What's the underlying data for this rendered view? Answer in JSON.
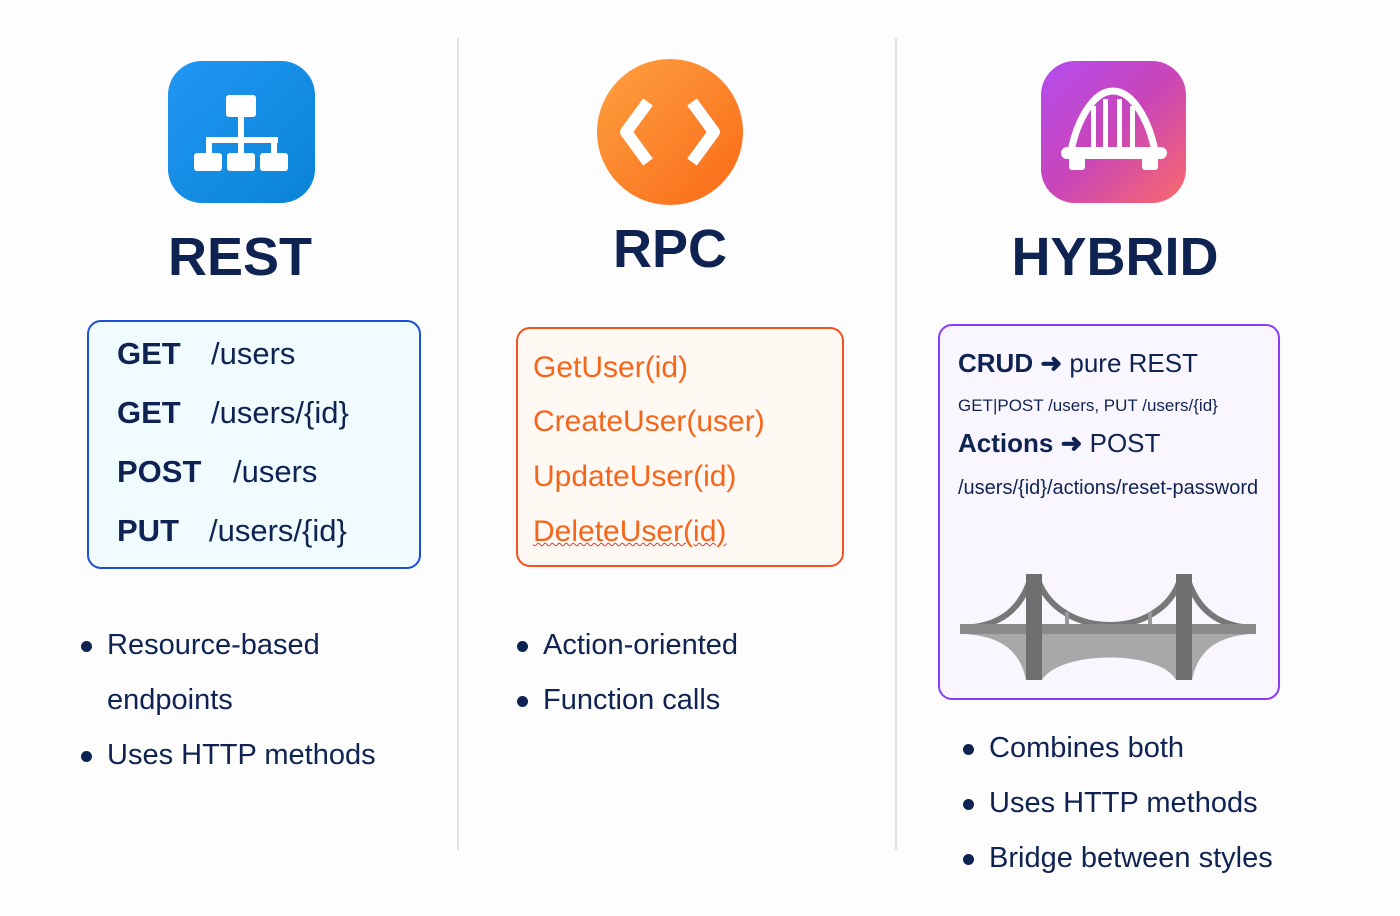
{
  "colors": {
    "navy": "#0f2352",
    "rest_blue": "#1a8fe8",
    "rpc_orange": "#f97316",
    "hybrid_purple": "#a855f7"
  },
  "rest": {
    "icon": "sitemap-icon",
    "title": "REST",
    "endpoints": [
      {
        "method": "GET",
        "path": "/users"
      },
      {
        "method": "GET",
        "path": "/users/{id}"
      },
      {
        "method": "POST",
        "path": "/users"
      },
      {
        "method": "PUT",
        "path": "/users/{id}"
      }
    ],
    "bullets": [
      "Resource-based",
      "endpoints",
      "Uses HTTP methods"
    ]
  },
  "rpc": {
    "icon": "code-brackets-icon",
    "title": "RPC",
    "calls": [
      "GetUser(id)",
      "CreateUser(user)",
      "UpdateUser(id)",
      "DeleteUser(id)"
    ],
    "bullets": [
      "Action-oriented",
      "Function calls"
    ]
  },
  "hybrid": {
    "icon": "bridge-icon",
    "title": "HYBRID",
    "crud_label": "CRUD",
    "crud_arrow": "➜",
    "crud_value": "pure REST",
    "crud_example": "GET|POST /users, PUT /users/{id}",
    "actions_label": "Actions",
    "actions_arrow": "➜",
    "actions_value": "POST",
    "actions_example": "/users/{id}/actions/reset-password",
    "bullets": [
      "Combines both",
      "Uses HTTP methods",
      "Bridge between styles"
    ]
  }
}
